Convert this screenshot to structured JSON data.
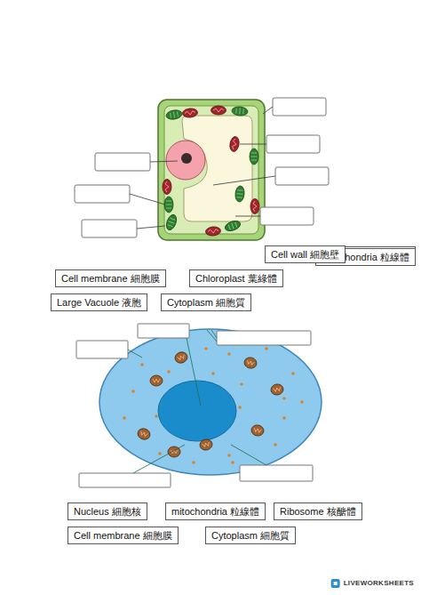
{
  "diagram": {
    "nodes": [
      {
        "text": [
          "Nucleus 細胞核"
        ]
      },
      {
        "text": [
          "mitochondria 粒線體"
        ]
      },
      {
        "text": [
          "Cell wall 細胞壁"
        ]
      },
      {
        "text": [
          "Cell membrane 細胞膜"
        ]
      },
      {
        "text": [
          "Chloroplast 葉綠體"
        ]
      },
      {
        "text": [
          "Large Vacuole 液胞"
        ]
      },
      {
        "text": [
          "Cytoplasm 細胞質"
        ]
      },
      {
        "text": [
          "Nucleus 細胞核"
        ]
      },
      {
        "text": [
          "mitochondria 粒線體"
        ]
      },
      {
        "text": [
          "Ribosome 核醣體"
        ]
      },
      {
        "text": [
          "Cell membrane 細胞膜"
        ]
      },
      {
        "text": [
          "Cytoplasm 細胞質"
        ]
      }
    ],
    "labels": [
      "LIVEWORKSHEETS"
    ]
  }
}
